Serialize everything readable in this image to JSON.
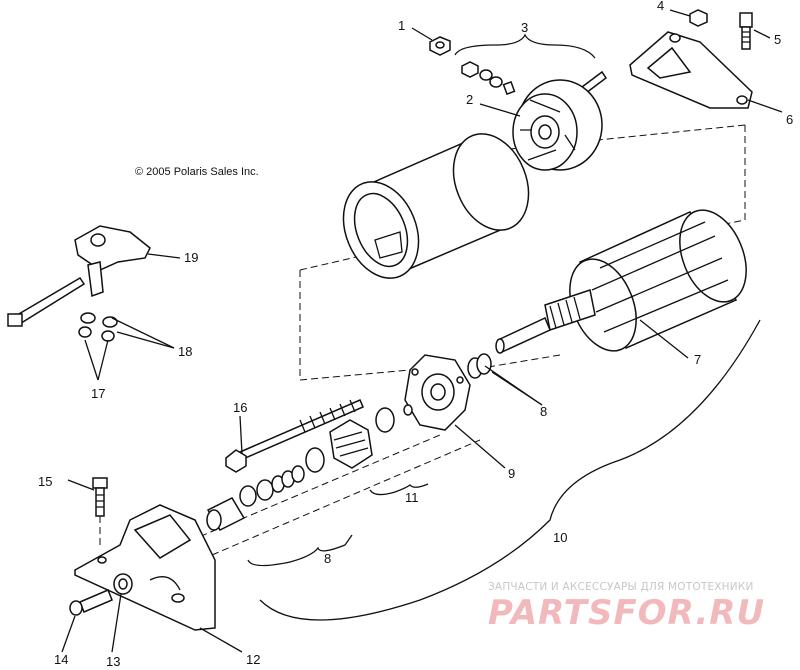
{
  "copyright": "© 2005 Polaris Sales Inc.",
  "watermark": {
    "subtitle": "ЗАПЧАСТИ И АКСЕССУАРЫ ДЛЯ МОТОТЕХНИКИ",
    "logo": "PARTSFOR.RU"
  },
  "callouts": [
    "1",
    "2",
    "3",
    "4",
    "5",
    "6",
    "7",
    "8",
    "8",
    "9",
    "10",
    "11",
    "8",
    "12",
    "13",
    "14",
    "15",
    "16",
    "17",
    "18",
    "19"
  ],
  "colors": {
    "line": "#111111",
    "watermark_logo": "#f2b9bd",
    "watermark_text": "#c7c7c7"
  }
}
